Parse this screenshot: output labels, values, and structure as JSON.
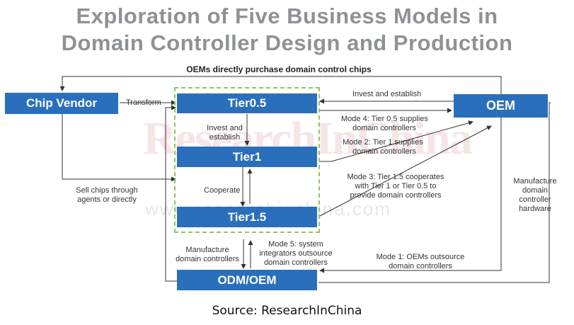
{
  "title": {
    "line1": "Exploration of Five Business Models in",
    "line2": "Domain Controller Design and Production"
  },
  "watermark": {
    "brand": "ResearchInChina",
    "url": "www.researchinchina.com"
  },
  "boxes": {
    "chip_vendor": "Chip Vendor",
    "tier05": "Tier0.5",
    "tier1": "Tier1",
    "tier15": "Tier1.5",
    "oem": "OEM",
    "odm_oem": "ODM/OEM"
  },
  "labels": {
    "top": "OEMs directly purchase domain control chips",
    "transform": "Transform",
    "invest_establish_oem": "Invest  and establish",
    "invest_establish_tier": [
      "Invest  and",
      "establish"
    ],
    "cooperate": "Cooperate",
    "sell_chips": [
      "Sell chips through",
      "agents or directly"
    ],
    "mode4": [
      "Mode 4: Tier 0.5 supplies",
      "domain controllers"
    ],
    "mode2": [
      "Mode 2: Tier 1 supplies",
      "domain controllers"
    ],
    "mode3": [
      "Mode 3: Tier 1.5 cooperates",
      "with Tier 1 or Tier 0.5 to",
      "provide domain controllers"
    ],
    "manufacture_hw": [
      "Manufacture",
      "domain",
      "controller",
      "hardware"
    ],
    "manufacture_dc": [
      "Manufacture",
      "domain controllers"
    ],
    "mode5": [
      "Mode 5: system",
      "integrators outsource",
      "domain controllers"
    ],
    "mode1": [
      "Mode 1: OEMs outsource",
      "domain controllers"
    ]
  },
  "source": "Source: ResearchInChina",
  "colors": {
    "box": "#2a6fbb",
    "title": "#8e9196",
    "dashed_border": "#8fc85a",
    "arrow": "#333333"
  }
}
